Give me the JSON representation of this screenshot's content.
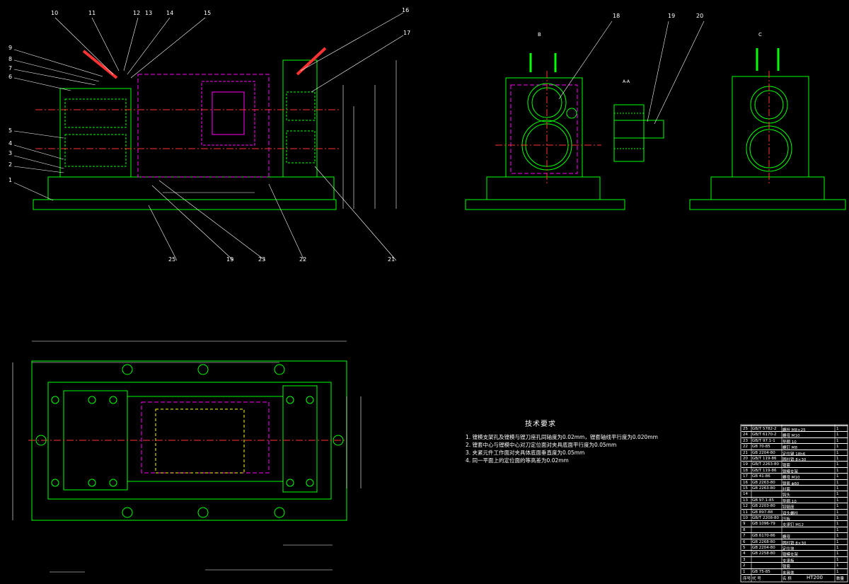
{
  "balloons_front": [
    "10",
    "11",
    "12",
    "13",
    "14",
    "15",
    "16",
    "17",
    "1",
    "2",
    "3",
    "4",
    "5",
    "6",
    "7",
    "8",
    "9",
    "25",
    "19",
    "23",
    "22",
    "21"
  ],
  "balloons_side": [
    "18",
    "19",
    "20"
  ],
  "section_labels": {
    "view_b": "B",
    "view_c": "C",
    "section_aa": "A-A"
  },
  "technical_requirements": {
    "title": "技术要求",
    "items": [
      "1. 镗模支架孔及镗模与镗刀座孔同轴度为0.02mm，镗套轴线平行度为0.020mm",
      "2. 镗套中心与镗模中心对刀定位面对夹具底面平行度为0.05mm",
      "3. 夹紧元件工作面对夹具体底面垂直度为0.05mm",
      "4. 同一平面上的定位面的等高差为0.02mm"
    ]
  },
  "bom": {
    "rows": [
      {
        "no": "25",
        "code": "GB/T 5782-2",
        "name": "螺栓 M8×25",
        "qty": "1"
      },
      {
        "no": "24",
        "code": "GB/T 6170-2",
        "name": "螺母 M10",
        "qty": "1"
      },
      {
        "no": "23",
        "code": "GB/T 97.1-1",
        "name": "垫圈 10",
        "qty": "1"
      },
      {
        "no": "22",
        "code": "GB 70-85",
        "name": "螺钉 M8",
        "qty": "1"
      },
      {
        "no": "21",
        "code": "GB 2204-80",
        "name": "定位键 18h6",
        "qty": "1"
      },
      {
        "no": "20",
        "code": "GB/T 119-86",
        "name": "圆柱销 8×30",
        "qty": "1"
      },
      {
        "no": "19",
        "code": "GB/T 2263-80",
        "name": "镗套",
        "qty": "1"
      },
      {
        "no": "18",
        "code": "GB/T 119-86",
        "name": "镗模支架",
        "qty": "1"
      },
      {
        "no": "17",
        "code": "GB 41-86",
        "name": "螺母 M10",
        "qty": "1"
      },
      {
        "no": "16",
        "code": "GB 2263-80",
        "name": "镗套 ϕ60",
        "qty": "1"
      },
      {
        "no": "15",
        "code": "GB 2263-80",
        "name": "衬套",
        "qty": "1"
      },
      {
        "no": "14",
        "code": "",
        "name": "钩头",
        "qty": "1"
      },
      {
        "no": "13",
        "code": "GB 97.1-85",
        "name": "垫圈 10",
        "qty": "1"
      },
      {
        "no": "12",
        "code": "GB 2203-80",
        "name": "铰链座",
        "qty": "1"
      },
      {
        "no": "11",
        "code": "GB 897-88",
        "name": "双头螺柱",
        "qty": "1"
      },
      {
        "no": "10",
        "code": "GB/T 2208-80",
        "name": "压板",
        "qty": "1"
      },
      {
        "no": "9",
        "code": "GB 1096-79",
        "name": "支承钉 M12",
        "qty": "1"
      },
      {
        "no": "8",
        "code": "",
        "name": "",
        "qty": "1"
      },
      {
        "no": "7",
        "code": "GB 6170-86",
        "name": "螺母",
        "qty": "1"
      },
      {
        "no": "6",
        "code": "GB 2268-80",
        "name": "圆柱销 8×30",
        "qty": "1"
      },
      {
        "no": "5",
        "code": "GB 2204-80",
        "name": "定位块",
        "qty": "1"
      },
      {
        "no": "4",
        "code": "GB 2258-80",
        "name": "镗模支架",
        "qty": "1"
      },
      {
        "no": "3",
        "code": "",
        "name": "支承板",
        "qty": "1"
      },
      {
        "no": "2",
        "code": "",
        "name": "镗套",
        "qty": "1"
      },
      {
        "no": "1",
        "code": "GB 75-85",
        "name": "夹具体",
        "qty": "1"
      }
    ],
    "header": {
      "no": "序号",
      "code": "代 号",
      "name": "名 称",
      "qty": "数量"
    }
  },
  "drawing_number": "HT200",
  "colors": {
    "outline": "#00ff00",
    "workpiece": "#ff00ff",
    "dimension": "#ffffff",
    "hidden": "#ffff00",
    "center": "#ff3333",
    "cyan": "#00ffff"
  }
}
